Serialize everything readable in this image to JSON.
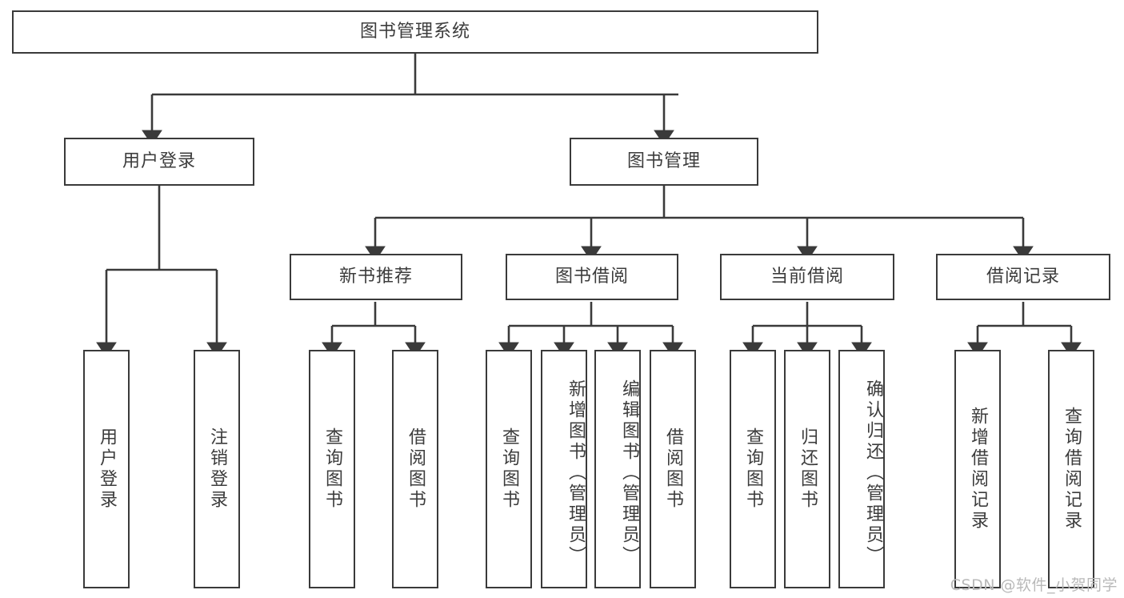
{
  "diagram": {
    "title": "图书管理系统",
    "type": "tree-hierarchy",
    "levels": {
      "root": {
        "label": "图书管理系统"
      },
      "level2": [
        {
          "id": "user-login",
          "label": "用户登录"
        },
        {
          "id": "book-management",
          "label": "图书管理"
        }
      ],
      "level3": [
        {
          "id": "new-book-recommend",
          "label": "新书推荐",
          "parent": "book-management"
        },
        {
          "id": "book-borrow",
          "label": "图书借阅",
          "parent": "book-management"
        },
        {
          "id": "current-borrow",
          "label": "当前借阅",
          "parent": "book-management"
        },
        {
          "id": "borrow-record",
          "label": "借阅记录",
          "parent": "book-management"
        }
      ],
      "leaves": [
        {
          "id": "leaf-user-login",
          "label": "用户登录",
          "parent": "user-login"
        },
        {
          "id": "leaf-logout",
          "label": "注销登录",
          "parent": "user-login"
        },
        {
          "id": "leaf-query-book-1",
          "label": "查询图书",
          "parent": "new-book-recommend"
        },
        {
          "id": "leaf-borrow-book-1",
          "label": "借阅图书",
          "parent": "new-book-recommend"
        },
        {
          "id": "leaf-query-book-2",
          "label": "查询图书",
          "parent": "book-borrow"
        },
        {
          "id": "leaf-add-book",
          "label": "新增图书（管理员）",
          "parent": "book-borrow"
        },
        {
          "id": "leaf-edit-book",
          "label": "编辑图书（管理员）",
          "parent": "book-borrow"
        },
        {
          "id": "leaf-borrow-book-2",
          "label": "借阅图书",
          "parent": "book-borrow"
        },
        {
          "id": "leaf-query-book-3",
          "label": "查询图书",
          "parent": "current-borrow"
        },
        {
          "id": "leaf-return-book",
          "label": "归还图书",
          "parent": "current-borrow"
        },
        {
          "id": "leaf-confirm-return",
          "label": "确认归还（管理员）",
          "parent": "current-borrow"
        },
        {
          "id": "leaf-add-record",
          "label": "新增借阅记录",
          "parent": "borrow-record"
        },
        {
          "id": "leaf-query-record",
          "label": "查询借阅记录",
          "parent": "borrow-record"
        }
      ]
    },
    "colors": {
      "border": "#3a3a3a",
      "text": "#3c3c3c",
      "background": "#ffffff",
      "watermark": "#b9b9b9"
    }
  },
  "watermark": {
    "text": "CSDN @软件_小贺同学"
  }
}
